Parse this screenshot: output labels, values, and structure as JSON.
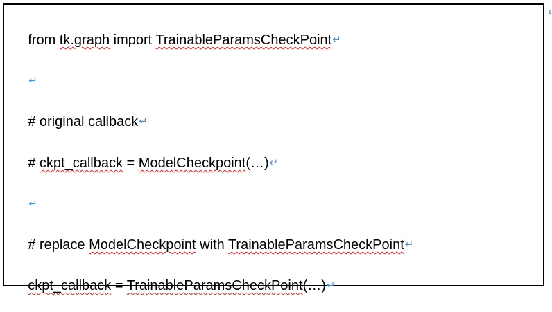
{
  "document": {
    "pilcrow": "↵",
    "accent_color": "#4a90d9",
    "spell_error_color": "#e02020",
    "lines": [
      {
        "segments": [
          {
            "text": "from ",
            "error": false
          },
          {
            "text": "tk.graph",
            "error": true
          },
          {
            "text": " import ",
            "error": false
          },
          {
            "text": "TrainableParamsCheckPoint",
            "error": true
          }
        ]
      },
      {
        "segments": []
      },
      {
        "segments": [
          {
            "text": "# original callback",
            "error": false
          }
        ]
      },
      {
        "segments": [
          {
            "text": "# ",
            "error": false
          },
          {
            "text": "ckpt_callback",
            "error": true
          },
          {
            "text": " = ",
            "error": false
          },
          {
            "text": "ModelCheckpoint",
            "error": true
          },
          {
            "text": "(…)",
            "error": false
          }
        ]
      },
      {
        "segments": []
      },
      {
        "segments": [
          {
            "text": "# replace ",
            "error": false
          },
          {
            "text": "ModelCheckpoint",
            "error": true
          },
          {
            "text": " with ",
            "error": false
          },
          {
            "text": "TrainableParamsCheckPoint",
            "error": true
          }
        ]
      },
      {
        "segments": [
          {
            "text": "ckpt_callback",
            "error": true
          },
          {
            "text": " = ",
            "error": false
          },
          {
            "text": "TrainableParamsCheckPoint",
            "error": true
          },
          {
            "text": "(…)",
            "error": false
          }
        ]
      }
    ]
  }
}
